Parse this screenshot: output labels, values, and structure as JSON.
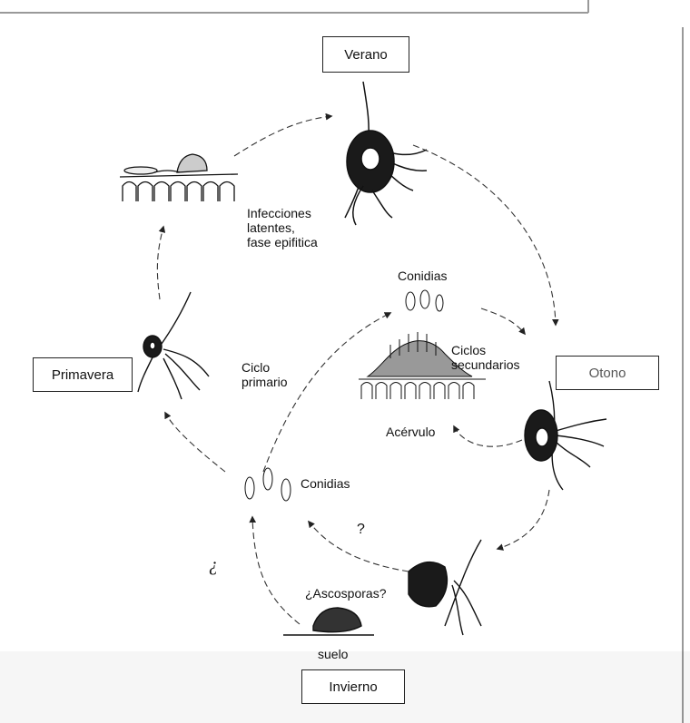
{
  "seasons": {
    "summer": "Verano",
    "autumn": "Otono",
    "winter": "Invierno",
    "spring": "Primavera"
  },
  "labels": {
    "latent_infections": "Infecciones\nlatentes,\nfase epifitica",
    "conidia_top": "Conidias",
    "secondary_cycles": "Ciclos\nsecundarios",
    "acervulus": "Acérvulo",
    "primary_cycle": "Ciclo\nprimario",
    "conidia_left": "Conidias",
    "question_mark": "?",
    "inverted_question": "¿",
    "ascospores": "¿Ascosporas?",
    "soil": "suelo"
  }
}
